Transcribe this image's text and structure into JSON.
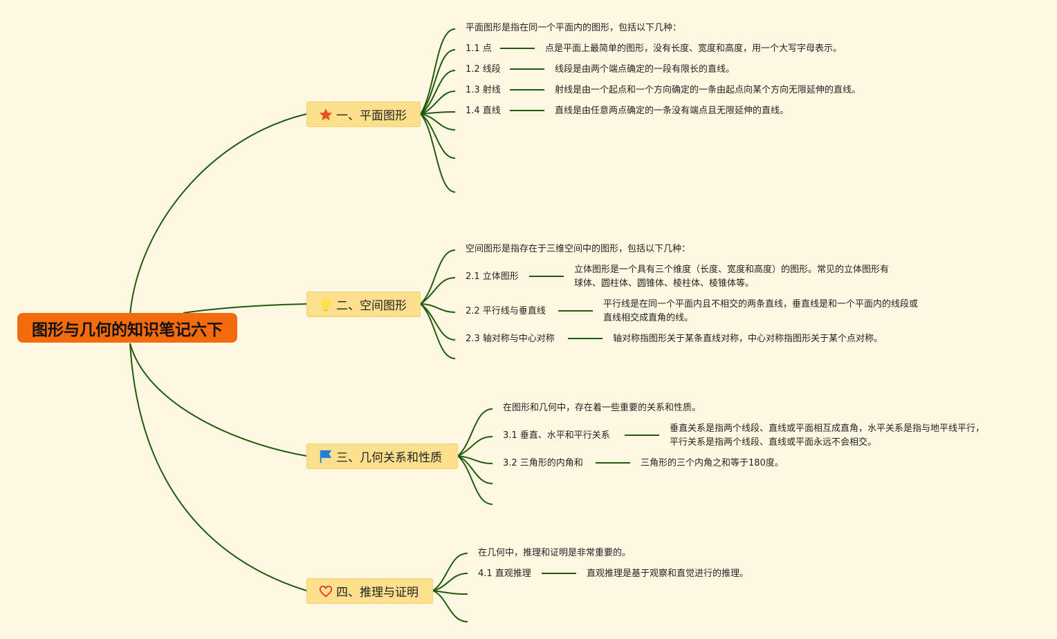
{
  "root": {
    "title": "图形与几何的知识笔记六下"
  },
  "colors": {
    "line": "#1f5a0c",
    "root_bg": "#f36b0c",
    "branch_bg": "#fde08d",
    "background": "#fef8e3"
  },
  "branches": [
    {
      "icon": "star-icon",
      "label": "一、平面图形",
      "intro": "平面图形是指在同一个平面内的图形，包括以下几种：",
      "items": [
        {
          "label": "1.1 点",
          "desc": "点是平面上最简单的图形，没有长度、宽度和高度，用一个大写字母表示。"
        },
        {
          "label": "1.2 线段",
          "desc": "线段是由两个端点确定的一段有限长的直线。"
        },
        {
          "label": "1.3 射线",
          "desc": "射线是由一个起点和一个方向确定的一条由起点向某个方向无限延伸的直线。"
        },
        {
          "label": "1.4 直线",
          "desc": "直线是由任意两点确定的一条没有端点且无限延伸的直线。"
        }
      ]
    },
    {
      "icon": "lightbulb-icon",
      "label": "二、空间图形",
      "intro": "空间图形是指存在于三维空间中的图形，包括以下几种：",
      "items": [
        {
          "label": "2.1 立体图形",
          "desc": [
            "立体图形是一个具有三个维度（长度、宽度和高度）的图形。常见的立体图形有",
            "球体、圆柱体、圆锥体、棱柱体、棱锥体等。"
          ]
        },
        {
          "label": "2.2 平行线与垂直线",
          "desc": [
            "平行线是在同一个平面内且不相交的两条直线，垂直线是和一个平面内的线段或",
            "直线相交成直角的线。"
          ]
        },
        {
          "label": "2.3 轴对称与中心对称",
          "desc": "轴对称指图形关于某条直线对称，中心对称指图形关于某个点对称。"
        }
      ]
    },
    {
      "icon": "flag-icon",
      "label": "三、几何关系和性质",
      "intro": "在图形和几何中，存在着一些重要的关系和性质。",
      "items": [
        {
          "label": "3.1 垂直、水平和平行关系",
          "desc": [
            "垂直关系是指两个线段、直线或平面相互成直角，水平关系是指与地平线平行，",
            "平行关系是指两个线段、直线或平面永远不会相交。"
          ]
        },
        {
          "label": "3.2 三角形的内角和",
          "desc": "三角形的三个内角之和等于180度。"
        }
      ]
    },
    {
      "icon": "heart-icon",
      "label": "四、推理与证明",
      "intro": "在几何中，推理和证明是非常重要的。",
      "items": [
        {
          "label": "4.1 直观推理",
          "desc": "直观推理是基于观察和直觉进行的推理。"
        }
      ]
    }
  ]
}
